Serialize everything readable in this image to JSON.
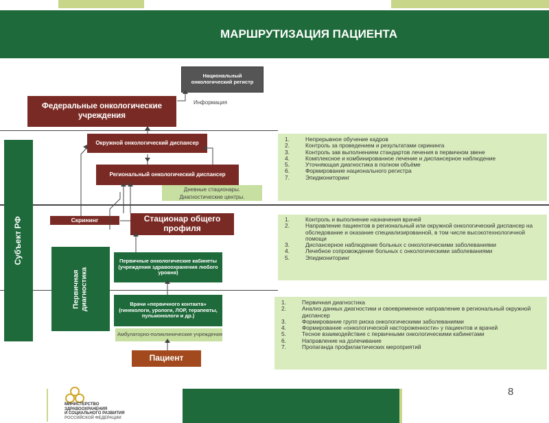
{
  "header": {
    "title": "МАРШРУТИЗАЦИЯ ПАЦИЕНТА"
  },
  "nodes": {
    "national_registry": "Национальный онкологический регистр",
    "info_label": "Информация",
    "federal": "Федеральные онкологические учреждения",
    "district": "Окружной онкологический диспансер",
    "regional": "Региональный онкологический диспансер",
    "day_hospitals": "Дневные стационары.",
    "diag_centers": "Диагностические центры.",
    "screening": "Скрининг",
    "general_hospital": "Стационар общего профиля",
    "primary_cabinets": "Первичные онкологические кабинеты (учреждения здравоохранения любого уровня)",
    "first_contact": "Врачи «первичного контакта» (гинекологи, урологи, ЛОР, терапевты, пульмонологи и др.)",
    "outpatient": "Амбулаторно-поликлинические учреждения",
    "patient": "Пациент",
    "subject_rf": "Субъект РФ",
    "primary_diag": "Первичная диагностика"
  },
  "lists": {
    "top": [
      "Непрерывное обучение кадров",
      "Контроль за проведением и результатами скрининга",
      "Контроль зав выполнением стандартов лечения в первичном звене",
      "Комплексное и комбинированное лечение и диспансерное наблюдение",
      "Уточняющая диагностика в полном объёме",
      "Формирование национального регистра",
      "Эпидмониторинг"
    ],
    "middle": [
      "Контроль и выполнение назначения врачей",
      "Направление пациентов в региональный или окружной онкологический диспансер на обследование и оказание специализированной, в том числе высокотехнологичной помощи",
      "Диспансерное наблюдение больных с онкологическими заболеваниями",
      "Лечебное сопровождение больных с онкологическими заболеваниями",
      "Эпидмониторинг"
    ],
    "bottom": [
      "Первичная диагностика",
      "Анализ данных диагностики и своевременное направление в региональный окружной диспансер",
      "Формирование групп риска онкологическими заболеваниями",
      "Формирование «онкологической настороженности» у пациентов и врачей",
      "Тесное взаимодействие с первичными онкологическими кабинетами",
      "Направление на долечивание",
      "Пропаганда профилактических мероприятий"
    ]
  },
  "footer": {
    "ministry_line1": "МИНИСТЕРСТВО",
    "ministry_line2": "ЗДРАВООХРАНЕНИЯ",
    "ministry_line3": "И СОЦИАЛЬНОГО РАЗВИТИЯ",
    "ministry_line4": "РОССИЙСКОЙ ФЕДЕРАЦИИ",
    "page_number": "8"
  },
  "colors": {
    "green": "#1e6a3a",
    "brown": "#7a2a24",
    "light_green": "#d9ecbe",
    "accent": "#c8d68a"
  }
}
